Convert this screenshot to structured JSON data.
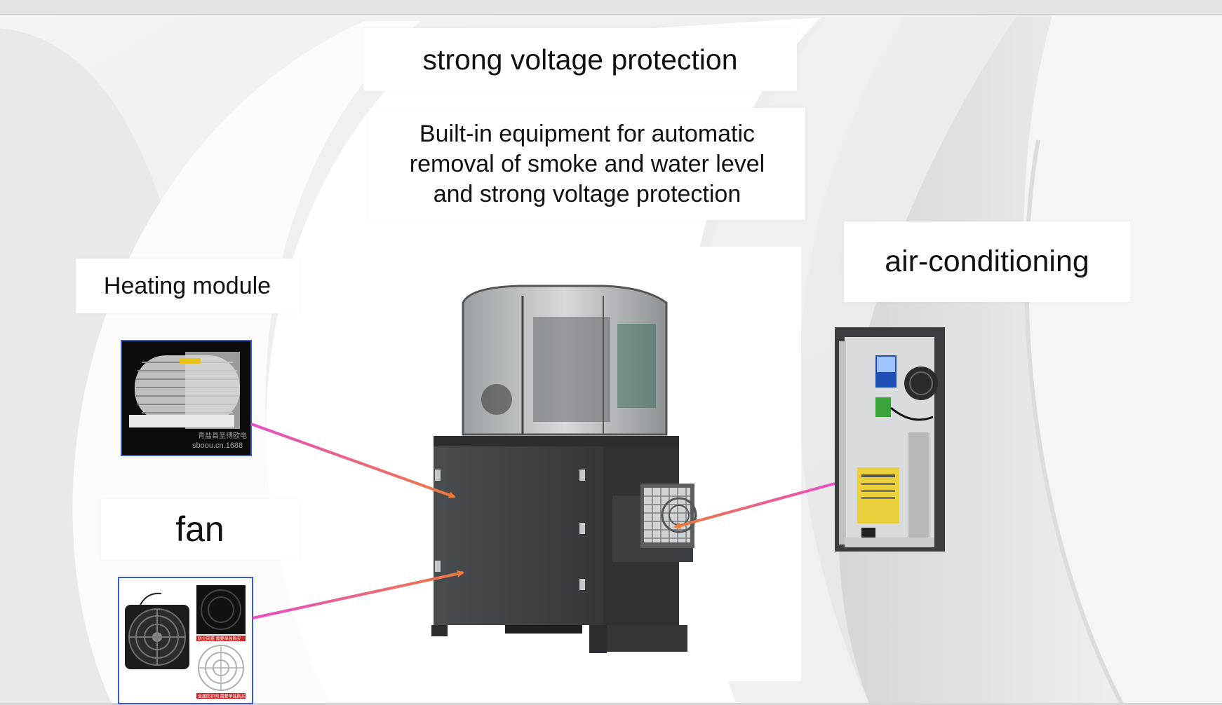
{
  "slide": {
    "labels": {
      "voltage": "strong voltage protection",
      "builtin_line1": "Built-in equipment for automatic",
      "builtin_line2": "removal of smoke and water level",
      "builtin_line3": "and strong voltage protection",
      "heating": "Heating module",
      "fan": "fan",
      "ac": "air-conditioning"
    },
    "heating_watermark_line1": "青盐县圣博欧电",
    "heating_watermark_line2": "sboou.cn.1688",
    "fan_caption_1": "防尘网罩 需要单独购买",
    "fan_caption_2": "金属防护网 需要单独购买"
  },
  "colors": {
    "arrow_start": "#e64fc8",
    "arrow_end": "#ee7a3a",
    "thumb_border": "#3b5fc0",
    "cabinet": "#3f4346"
  },
  "icons": {
    "heating": "cross-flow-heater-icon",
    "fan": "axial-fan-icon",
    "ac": "cabinet-air-conditioner-icon",
    "cabinet": "equipment-cabinet-icon"
  }
}
